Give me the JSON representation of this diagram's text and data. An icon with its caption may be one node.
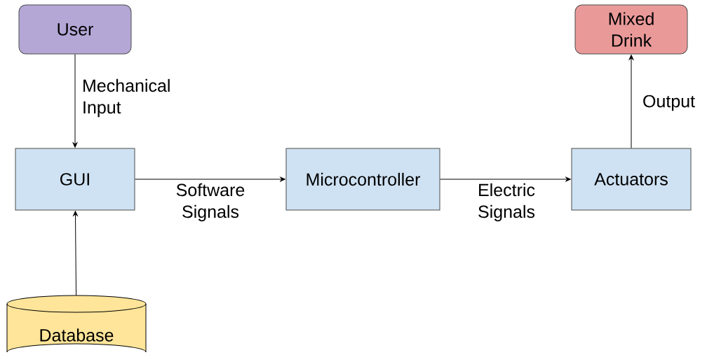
{
  "diagram": {
    "nodes": [
      {
        "text": [
          "User"
        ]
      },
      {
        "text": [
          "GUI"
        ]
      },
      {
        "text": [
          "Database"
        ]
      },
      {
        "text": [
          "Microcontroller"
        ]
      },
      {
        "text": [
          "Actuators"
        ]
      },
      {
        "text": [
          "Mixed Drink"
        ]
      }
    ],
    "edges": [
      {
        "from": 0,
        "to": 1,
        "arrow": "to",
        "label": "Mechanical Input"
      },
      {
        "from": 2,
        "to": 1,
        "arrow": "to"
      },
      {
        "from": 1,
        "to": 3,
        "arrow": "to",
        "label": "Software Signals"
      },
      {
        "from": 3,
        "to": 4,
        "arrow": "to",
        "label": "Electric Signals"
      },
      {
        "from": 4,
        "to": 5,
        "arrow": "to",
        "label": "Output"
      }
    ]
  }
}
